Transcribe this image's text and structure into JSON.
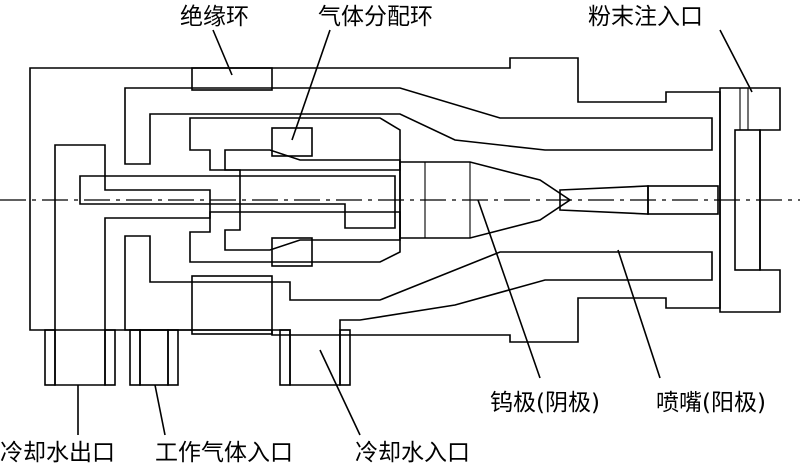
{
  "labels": {
    "insulating_ring": "绝缘环",
    "gas_distribution_ring": "气体分配环",
    "powder_inlet": "粉末注入口",
    "cooling_water_outlet": "冷却水出口",
    "working_gas_inlet": "工作气体入口",
    "cooling_water_inlet": "冷却水入口",
    "tungsten_cathode": "钨极(阴极)",
    "nozzle_anode": "喷嘴(阳极)"
  },
  "colors": {
    "line": "#000000",
    "background": "#ffffff"
  }
}
